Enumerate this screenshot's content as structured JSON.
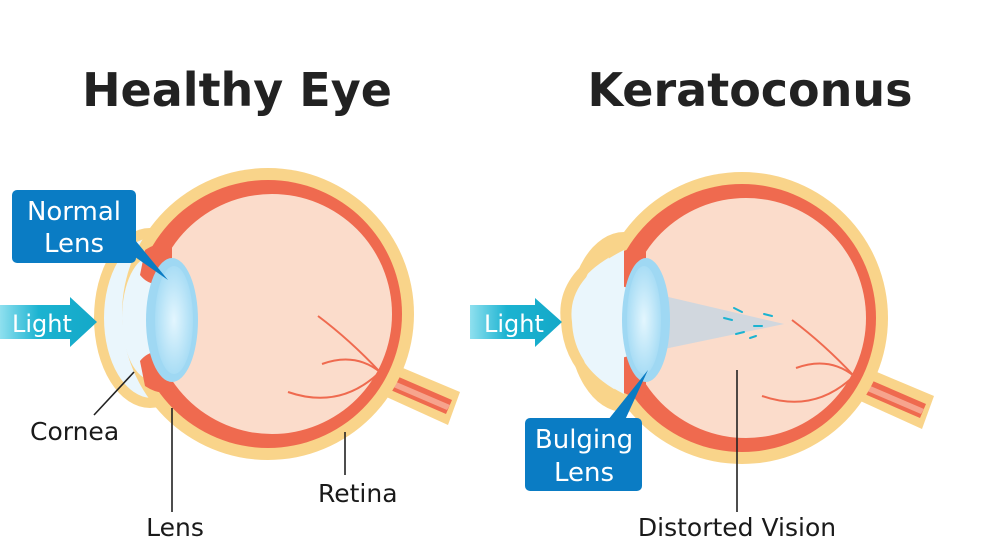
{
  "titles": {
    "left": "Healthy Eye",
    "right": "Keratoconus"
  },
  "left_eye": {
    "callout_line1": "Normal",
    "callout_line2": "Lens",
    "arrow_label": "Light",
    "labels": {
      "cornea": "Cornea",
      "lens": "Lens",
      "retina": "Retina"
    }
  },
  "right_eye": {
    "callout_line1": "Bulging",
    "callout_line2": "Lens",
    "arrow_label": "Light",
    "labels": {
      "distorted": "Distorted Vision"
    }
  },
  "colors": {
    "sclera_outer": "#f9d48a",
    "choroid": "#ef6a4f",
    "vitreous": "#fbdccb",
    "lens": "#9fd8f3",
    "cornea": "#eaf6fc",
    "callout": "#0a7cc4",
    "arrow": "#1bb3d1"
  }
}
